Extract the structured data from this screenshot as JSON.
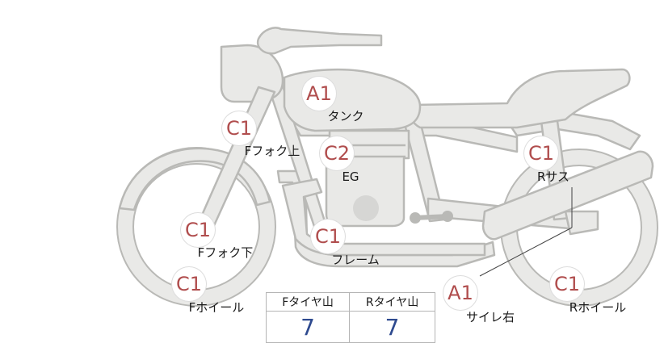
{
  "inspection_points": [
    {
      "id": "tank",
      "code": "A1",
      "label": "タンク"
    },
    {
      "id": "front-fork-upper",
      "code": "C1",
      "label": "Fフォク上"
    },
    {
      "id": "engine",
      "code": "C2",
      "label": "EG"
    },
    {
      "id": "front-fork-lower",
      "code": "C1",
      "label": "Fフォク下"
    },
    {
      "id": "frame",
      "code": "C1",
      "label": "フレーム"
    },
    {
      "id": "front-wheel",
      "code": "C1",
      "label": "Fホイール"
    },
    {
      "id": "rear-suspension",
      "code": "C1",
      "label": "Rサス"
    },
    {
      "id": "muffler-right",
      "code": "A1",
      "label": "サイレ右"
    },
    {
      "id": "rear-wheel",
      "code": "C1",
      "label": "Rホイール"
    }
  ],
  "tread_table": {
    "headers": [
      "Fタイヤ山",
      "Rタイヤ山"
    ],
    "values": [
      "7",
      "7"
    ]
  },
  "colors": {
    "marker_text": "#b04d4d",
    "value_text": "#2e4a8f",
    "bike_fill": "#e9e9e7",
    "bike_outline": "#b9b9b6"
  }
}
